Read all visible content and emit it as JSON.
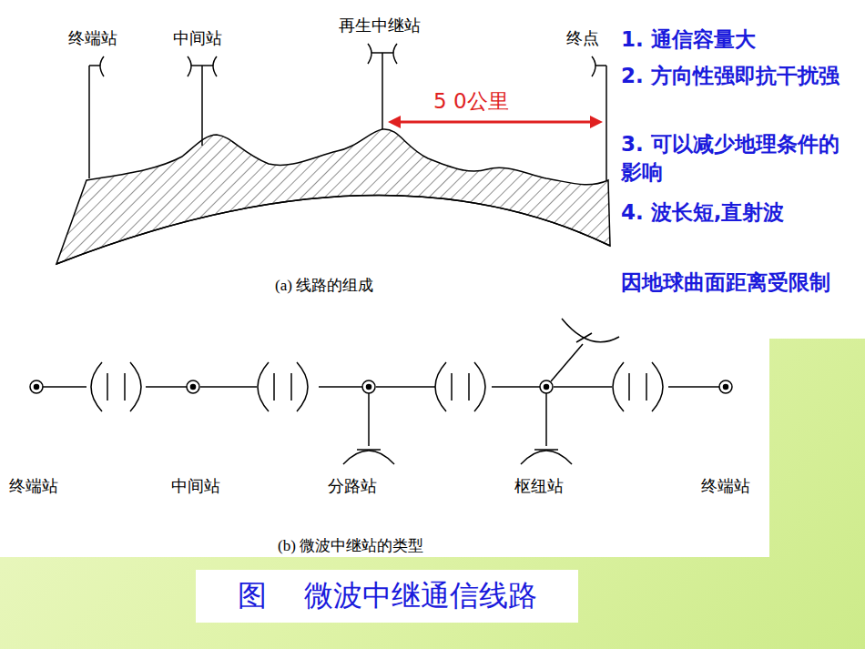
{
  "diagram": {
    "title": "图    微波中继通信线路",
    "labels": [
      "终端站",
      "中间站",
      "再生中继站",
      "终点",
      "5 0公里",
      "1. 通信容量大",
      "2. 方向性强即抗干扰强",
      "3. 可以减少地理条件的影响",
      "4. 波长短,直射波",
      "因地球曲面距离受限制",
      "(a) 线路的组成",
      "终端站",
      "中间站",
      "分路站",
      "枢纽站",
      "终端站",
      "(b) 微波中继站的类型"
    ]
  }
}
